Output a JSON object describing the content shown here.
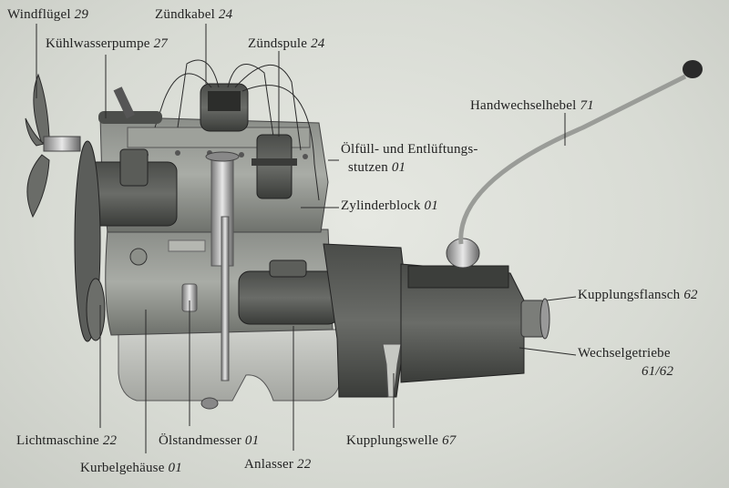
{
  "labels": {
    "windfluegel": {
      "text": "Windflügel",
      "num": "29"
    },
    "kuehlwasserpumpe": {
      "text": "Kühlwasserpumpe",
      "num": "27"
    },
    "zuendkabel": {
      "text": "Zündkabel",
      "num": "24"
    },
    "zuendspule": {
      "text": "Zündspule",
      "num": "24"
    },
    "handwechselhebel": {
      "text": "Handwechselhebel",
      "num": "71"
    },
    "oelfuell_line1": {
      "text": "Ölfüll- und Entlüftungs-"
    },
    "oelfuell_line2": {
      "text": "stutzen",
      "num": "01"
    },
    "zylinderblock": {
      "text": "Zylinderblock",
      "num": "01"
    },
    "kupplungsflansch": {
      "text": "Kupplungsflansch",
      "num": "62"
    },
    "wechselgetriebe_line1": {
      "text": "Wechselgetriebe"
    },
    "wechselgetriebe_line2": {
      "num": "61/62"
    },
    "lichtmaschine": {
      "text": "Lichtmaschine",
      "num": "22"
    },
    "oelstandmesser": {
      "text": "Ölstandmesser",
      "num": "01"
    },
    "kupplungswelle": {
      "text": "Kupplungswelle",
      "num": "67"
    },
    "kurbelgehaeuse": {
      "text": "Kurbelgehäuse",
      "num": "01"
    },
    "anlasser": {
      "text": "Anlasser",
      "num": "22"
    }
  }
}
